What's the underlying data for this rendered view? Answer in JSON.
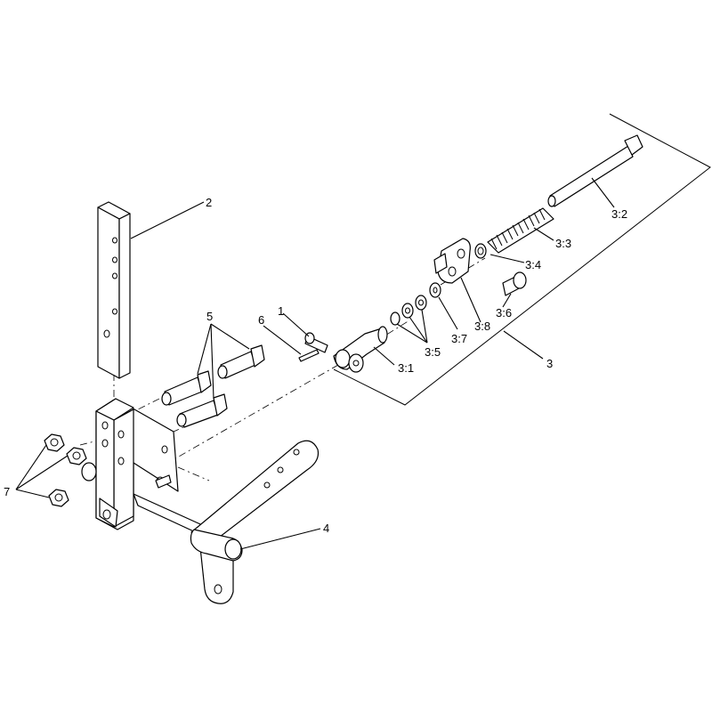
{
  "callouts": {
    "p1": "1",
    "p2": "2",
    "p3": "3",
    "p3_1": "3:1",
    "p3_2": "3:2",
    "p3_3": "3:3",
    "p3_4": "3:4",
    "p3_5": "3:5",
    "p3_6": "3:6",
    "p3_7": "3:7",
    "p3_8": "3:8",
    "p4": "4",
    "p5": "5",
    "p6": "6",
    "p7": "7"
  },
  "colors": {
    "line": "#000000",
    "background": "#ffffff"
  }
}
